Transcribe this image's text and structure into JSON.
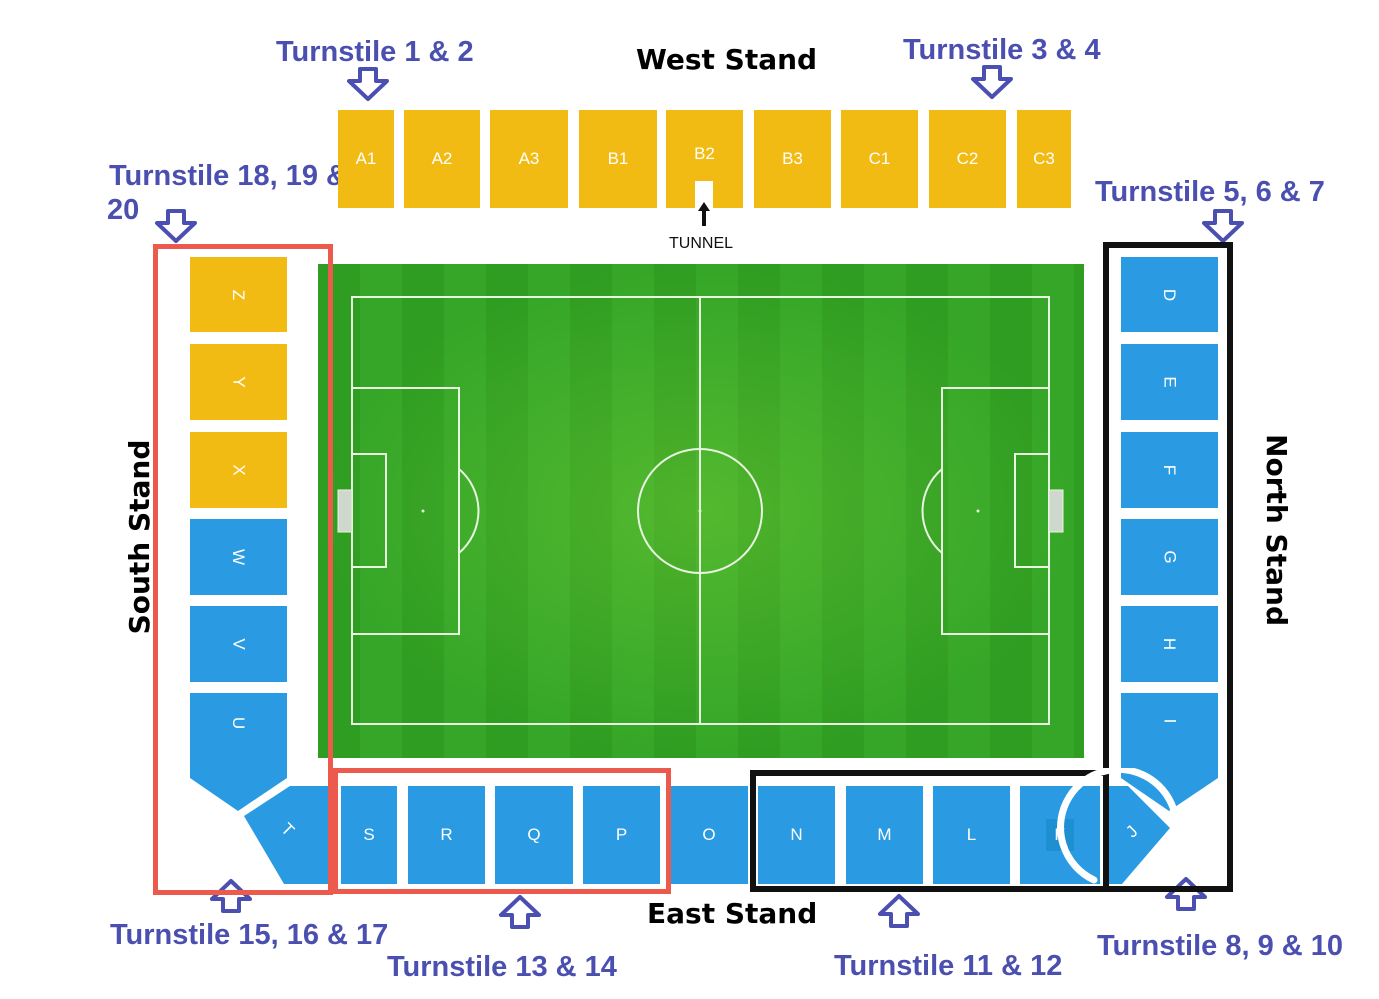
{
  "stands": {
    "west": "West Stand",
    "east": "East Stand",
    "south": "South Stand",
    "north": "North Stand"
  },
  "turnstiles": {
    "t1_2": "Turnstile 1 & 2",
    "t3_4": "Turnstile 3 & 4",
    "t18_20_line1": "Turnstile 18, 19 &",
    "t18_20_line2": "20",
    "t5_7": "Turnstile 5, 6 & 7",
    "t15_17": "Turnstile 15, 16 & 17",
    "t13_14": "Turnstile 13 & 14",
    "t11_12": "Turnstile 11 & 12",
    "t8_10": "Turnstile 8, 9 & 10"
  },
  "tunnel": "TUNNEL",
  "west_blocks": [
    "A1",
    "A2",
    "A3",
    "B1",
    "B2",
    "B3",
    "C1",
    "C2",
    "C3"
  ],
  "south_blocks": [
    "Z",
    "Y",
    "X",
    "W",
    "V",
    "U"
  ],
  "north_blocks": [
    "D",
    "E",
    "F",
    "G",
    "H",
    "I"
  ],
  "east_blocks": [
    "T",
    "S",
    "R",
    "Q",
    "P",
    "O",
    "N",
    "M",
    "L",
    "K",
    "J"
  ],
  "colors": {
    "yellow_block": "#f2bb14",
    "blue_block": "#2a9be3",
    "turnstile_text": "#4a4fb0",
    "red_highlight": "#ec5a4e",
    "black_highlight": "#111111",
    "pitch": "#2f9d22"
  }
}
